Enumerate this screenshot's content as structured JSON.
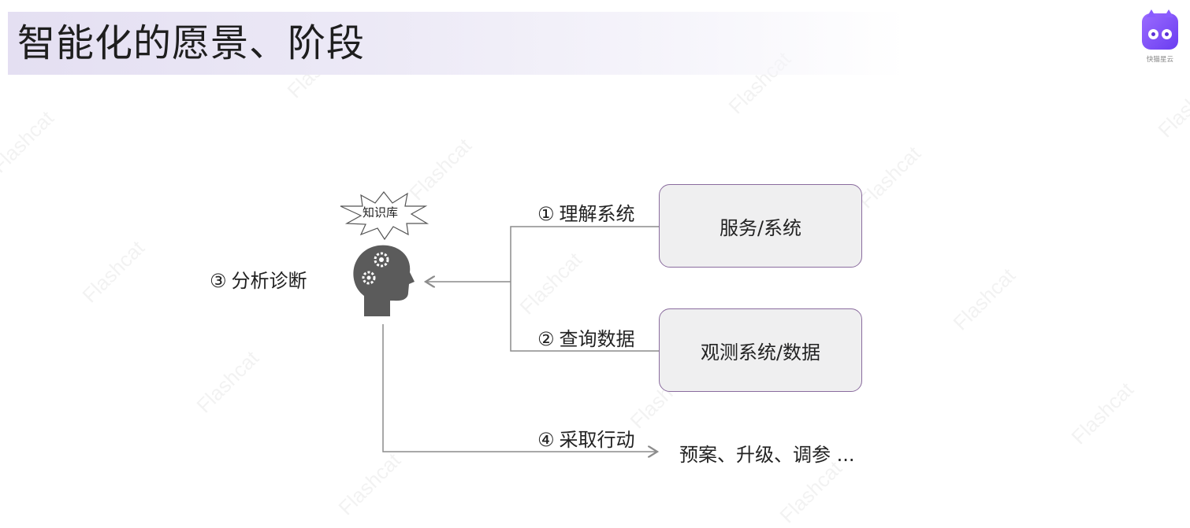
{
  "header": {
    "title": "智能化的愿景、阶段",
    "logo_text": "快猫星云"
  },
  "watermark": "Flashcat",
  "diagram": {
    "knowledge_base": "知识库",
    "analyze": {
      "num": "③",
      "text": "分析诊断"
    },
    "understand": {
      "num": "①",
      "text": "理解系统"
    },
    "query": {
      "num": "②",
      "text": "查询数据"
    },
    "act": {
      "num": "④",
      "text": "采取行动"
    },
    "box_service": "服务/系统",
    "box_observe": "观测系统/数据",
    "actions": "预案、升级、调参 ..."
  },
  "colors": {
    "box_border": "#8a6c9e",
    "box_fill": "#efeff0",
    "head": "#5b5b5b",
    "line": "#8c8c8c",
    "logo": "#7b4dff"
  }
}
